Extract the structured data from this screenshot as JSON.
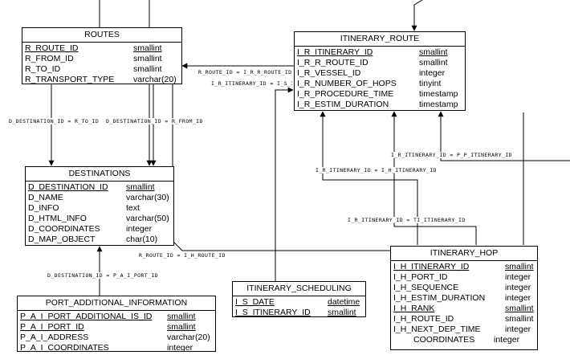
{
  "tables": {
    "routes": {
      "title": "ROUTES",
      "columns": [
        {
          "name": "R_ROUTE_ID",
          "type": "smallint",
          "key": true
        },
        {
          "name": "R_FROM_ID",
          "type": "smallint",
          "key": false
        },
        {
          "name": "R_TO_ID",
          "type": "smallint",
          "key": false
        },
        {
          "name": "R_TRANSPORT_TYPE",
          "type": "varchar(20)",
          "key": false
        }
      ]
    },
    "itinerary_route": {
      "title": "ITINERARY_ROUTE",
      "columns": [
        {
          "name": "I_R_ITINERARY_ID",
          "type": "smallint",
          "key": true
        },
        {
          "name": "I_R_R_ROUTE_ID",
          "type": "smallint",
          "key": false
        },
        {
          "name": "I_R_VESSEL_ID",
          "type": "integer",
          "key": false
        },
        {
          "name": "I_R_NUMBER_OF_HOPS",
          "type": "tinyint",
          "key": false
        },
        {
          "name": "I_R_PROCEDURE_TIME",
          "type": "timestamp",
          "key": false
        },
        {
          "name": "I_R_ESTIM_DURATION",
          "type": "timestamp",
          "key": false
        }
      ]
    },
    "destinations": {
      "title": "DESTINATIONS",
      "columns": [
        {
          "name": "D_DESTINATION_ID",
          "type": "smallint",
          "key": true
        },
        {
          "name": "D_NAME",
          "type": "varchar(30)",
          "key": false
        },
        {
          "name": "D_INFO",
          "type": "text",
          "key": false
        },
        {
          "name": "D_HTML_INFO",
          "type": "varchar(50)",
          "key": false
        },
        {
          "name": "D_COORDINATES",
          "type": "integer",
          "key": false
        },
        {
          "name": "D_MAP_OBJECT",
          "type": "char(10)",
          "key": false
        }
      ]
    },
    "itinerary_hop": {
      "title": "ITINERARY_HOP",
      "columns": [
        {
          "name": "I_H_ITINERARY_ID",
          "type": "smallint",
          "key": true
        },
        {
          "name": "I_H_PORT_ID",
          "type": "integer",
          "key": false
        },
        {
          "name": "I_H_SEQUENCE",
          "type": "integer",
          "key": false
        },
        {
          "name": "I_H_ESTIM_DURATION",
          "type": "integer",
          "key": false
        },
        {
          "name": "I_H_RANK",
          "type": "smallint",
          "key": true
        },
        {
          "name": "I_H_ROUTE_ID",
          "type": "smallint",
          "key": false
        },
        {
          "name": "I_H_NEXT_DEP_TIME",
          "type": "integer",
          "key": false
        },
        {
          "name": "COORDINATES",
          "type": "integer",
          "key": false
        }
      ]
    },
    "itinerary_scheduling": {
      "title": "ITINERARY_SCHEDULING",
      "columns": [
        {
          "name": "I_S_DATE",
          "type": "datetime",
          "key": true
        },
        {
          "name": "I_S_ITINERARY_ID",
          "type": "smallint",
          "key": true
        }
      ]
    },
    "port_additional_information": {
      "title": "PORT_ADDITIONAL_INFORMATION",
      "columns": [
        {
          "name": "P_A_I_PORT_ADDITIONAL_IS_ID",
          "type": "smallint",
          "key": true
        },
        {
          "name": "P_A_I_PORT_ID",
          "type": "smallint",
          "key": true
        },
        {
          "name": "P_A_I_ADDRESS",
          "type": "varchar(20)",
          "key": false
        },
        {
          "name": "P_A_I_COORDINATES",
          "type": "integer",
          "key": false
        }
      ]
    }
  },
  "relationships": {
    "route_itinerary": "R_ROUTE_ID = I_R_R_ROUTE_ID",
    "itinerary_scheduling": "I_R_ITINERARY_ID = I_S_ITINERARY_ID",
    "dest_to": "D_DESTINATION_ID = R_TO_ID",
    "dest_from": "D_DESTINATION_ID = R_FROM_ID",
    "itin_hop_a": "I_R_ITINERARY_ID = I_H_ITINERARY_ID",
    "itin_hop_b": "I_R_ITINERARY_ID = TI_ITINERARY_ID",
    "itin_pp": "I_R_ITINERARY_ID = P_P_ITINERARY_ID",
    "route_hop": "R_ROUTE_ID = I_H_ROUTE_ID",
    "dest_port": "D_DESTINATION_ID = P_A_I_PORT_ID"
  }
}
